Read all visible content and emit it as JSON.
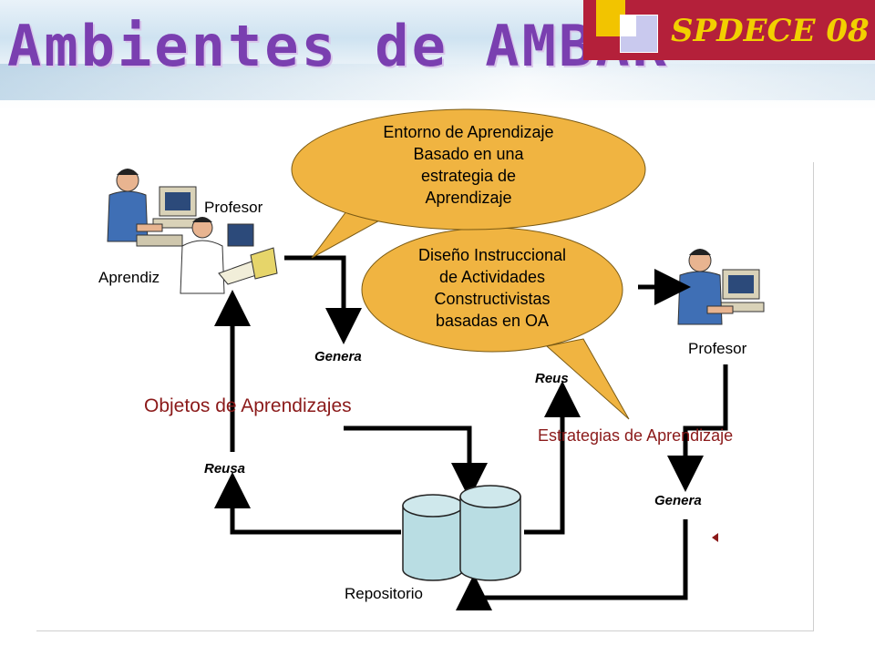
{
  "slide": {
    "title": "Ambientes de AMBAR",
    "brand": "SPDECE 08"
  },
  "diagram": {
    "actors": {
      "profesor_left": "Profesor",
      "aprendiz": "Aprendiz",
      "profesor_right": "Profesor"
    },
    "labels": {
      "genera_left": "Genera",
      "reusa_left": "Reusa",
      "reusa_right": "Reus",
      "genera_right": "Genera",
      "repositorio": "Repositorio",
      "objetos": "Objetos de Aprendizajes",
      "estrategias": "Estrategias de Aprendizaje"
    },
    "bubbles": {
      "top": [
        "Entorno de Aprendizaje",
        "Basado en una",
        "estrategia de",
        "Aprendizaje"
      ],
      "middle": [
        "Diseño Instruccional",
        "de Actividades",
        "Constructivistas",
        "basadas en OA"
      ]
    },
    "colors": {
      "bubble_fill": "#f0b441",
      "cylinder_fill": "#b9dde3",
      "title_color": "#7a3fb0",
      "brand_bg": "#b4203a",
      "accent_red": "#8b1a1a"
    }
  }
}
